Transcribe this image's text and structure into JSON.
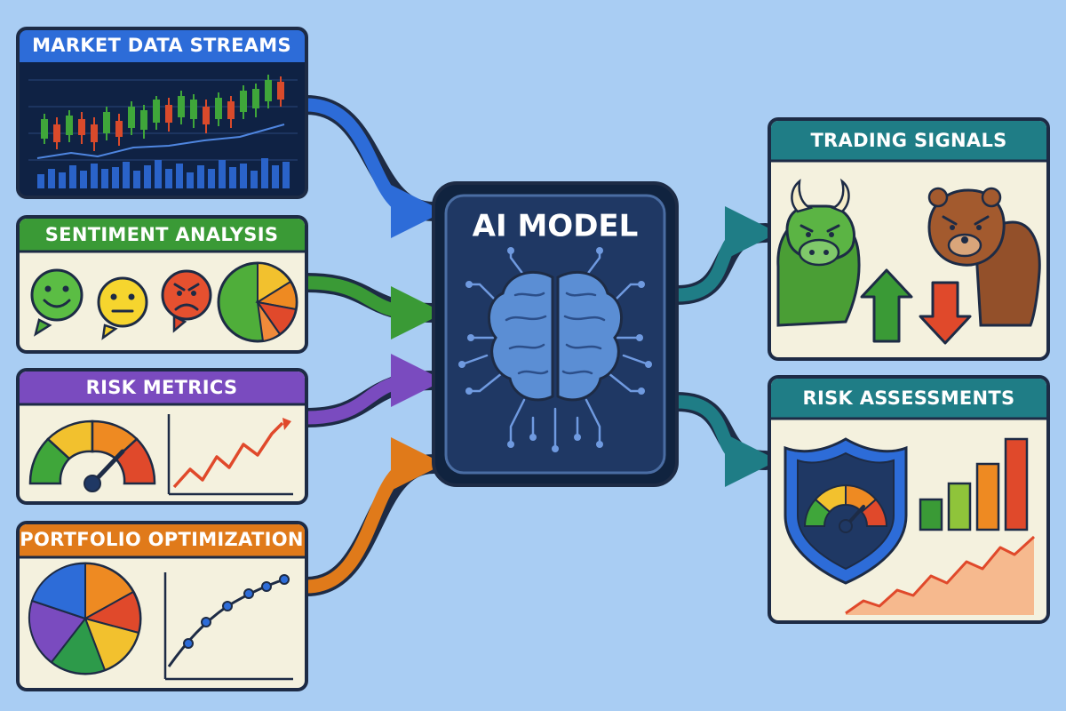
{
  "center": {
    "title": "AI MODEL",
    "icon": "brain-circuit-icon"
  },
  "inputs": [
    {
      "title": "MARKET DATA STREAMS",
      "color": "#2d6cd8",
      "visual": "candlestick-chart-icon"
    },
    {
      "title": "SENTIMENT ANALYSIS",
      "color": "#3a9a36",
      "visual": "emoji-faces-and-pie-icon"
    },
    {
      "title": "RISK METRICS",
      "color": "#7a4bbf",
      "visual": "gauge-and-rising-line-icon"
    },
    {
      "title": "PORTFOLIO OPTIMIZATION",
      "color": "#e07a1a",
      "visual": "pie-and-efficient-frontier-icon"
    }
  ],
  "outputs": [
    {
      "title": "TRADING SIGNALS",
      "color": "#1f7d86",
      "visual": "bull-bear-arrows-icon"
    },
    {
      "title": "RISK ASSESSMENTS",
      "color": "#1f7d86",
      "visual": "shield-gauge-bars-icon"
    }
  ],
  "colors": {
    "background": "#a9cdf3",
    "panel_fill": "#f4f1de",
    "outline": "#1d2b45",
    "model_fill": "#1f3864"
  }
}
